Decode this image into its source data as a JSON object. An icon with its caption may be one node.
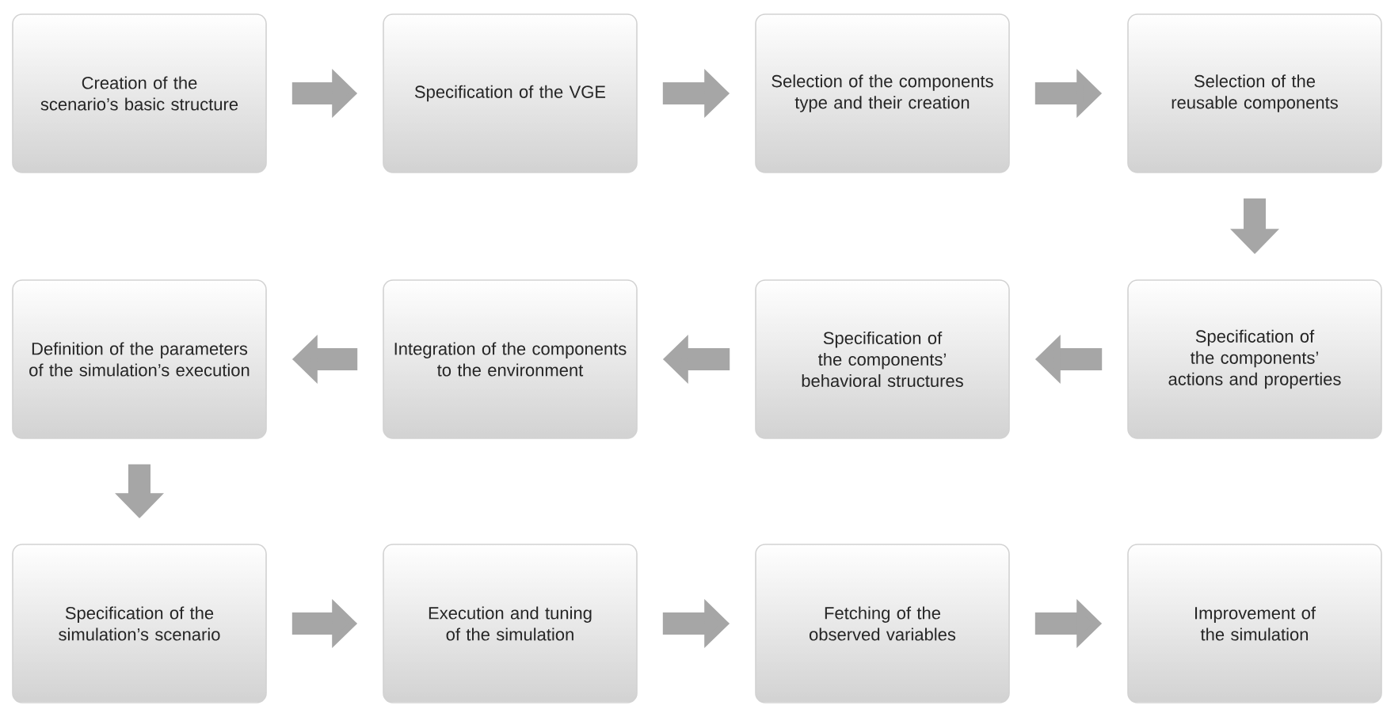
{
  "diagram": {
    "nodes": [
      {
        "text": [
          "Creation of the scenario’s basic structure"
        ]
      },
      {
        "text": [
          "Specification of the VGE"
        ]
      },
      {
        "text": [
          "Selection of the components type and their creation"
        ]
      },
      {
        "text": [
          "Selection of the reusable components"
        ]
      },
      {
        "text": [
          "Definition of the parameters of the simulation’s execution"
        ]
      },
      {
        "text": [
          "Integration of the components to the environment"
        ]
      },
      {
        "text": [
          "Specification of the components’ behavioral structures"
        ]
      },
      {
        "text": [
          "Specification of the components’ actions and properties"
        ]
      },
      {
        "text": [
          "Specification of the simulation’s scenario"
        ]
      },
      {
        "text": [
          "Execution and tuning of the simulation"
        ]
      },
      {
        "text": [
          "Fetching of the observed variables"
        ]
      },
      {
        "text": [
          "Improvement of the simulation"
        ]
      }
    ],
    "edges": [
      {
        "from": 0,
        "to": 1,
        "arrow": "to"
      },
      {
        "from": 1,
        "to": 2,
        "arrow": "to"
      },
      {
        "from": 2,
        "to": 3,
        "arrow": "to"
      },
      {
        "from": 3,
        "to": 7,
        "arrow": "to"
      },
      {
        "from": 7,
        "to": 6,
        "arrow": "to"
      },
      {
        "from": 6,
        "to": 5,
        "arrow": "to"
      },
      {
        "from": 5,
        "to": 4,
        "arrow": "to"
      },
      {
        "from": 4,
        "to": 8,
        "arrow": "to"
      },
      {
        "from": 8,
        "to": 9,
        "arrow": "to"
      },
      {
        "from": 9,
        "to": 10,
        "arrow": "to"
      },
      {
        "from": 10,
        "to": 11,
        "arrow": "to"
      }
    ]
  }
}
